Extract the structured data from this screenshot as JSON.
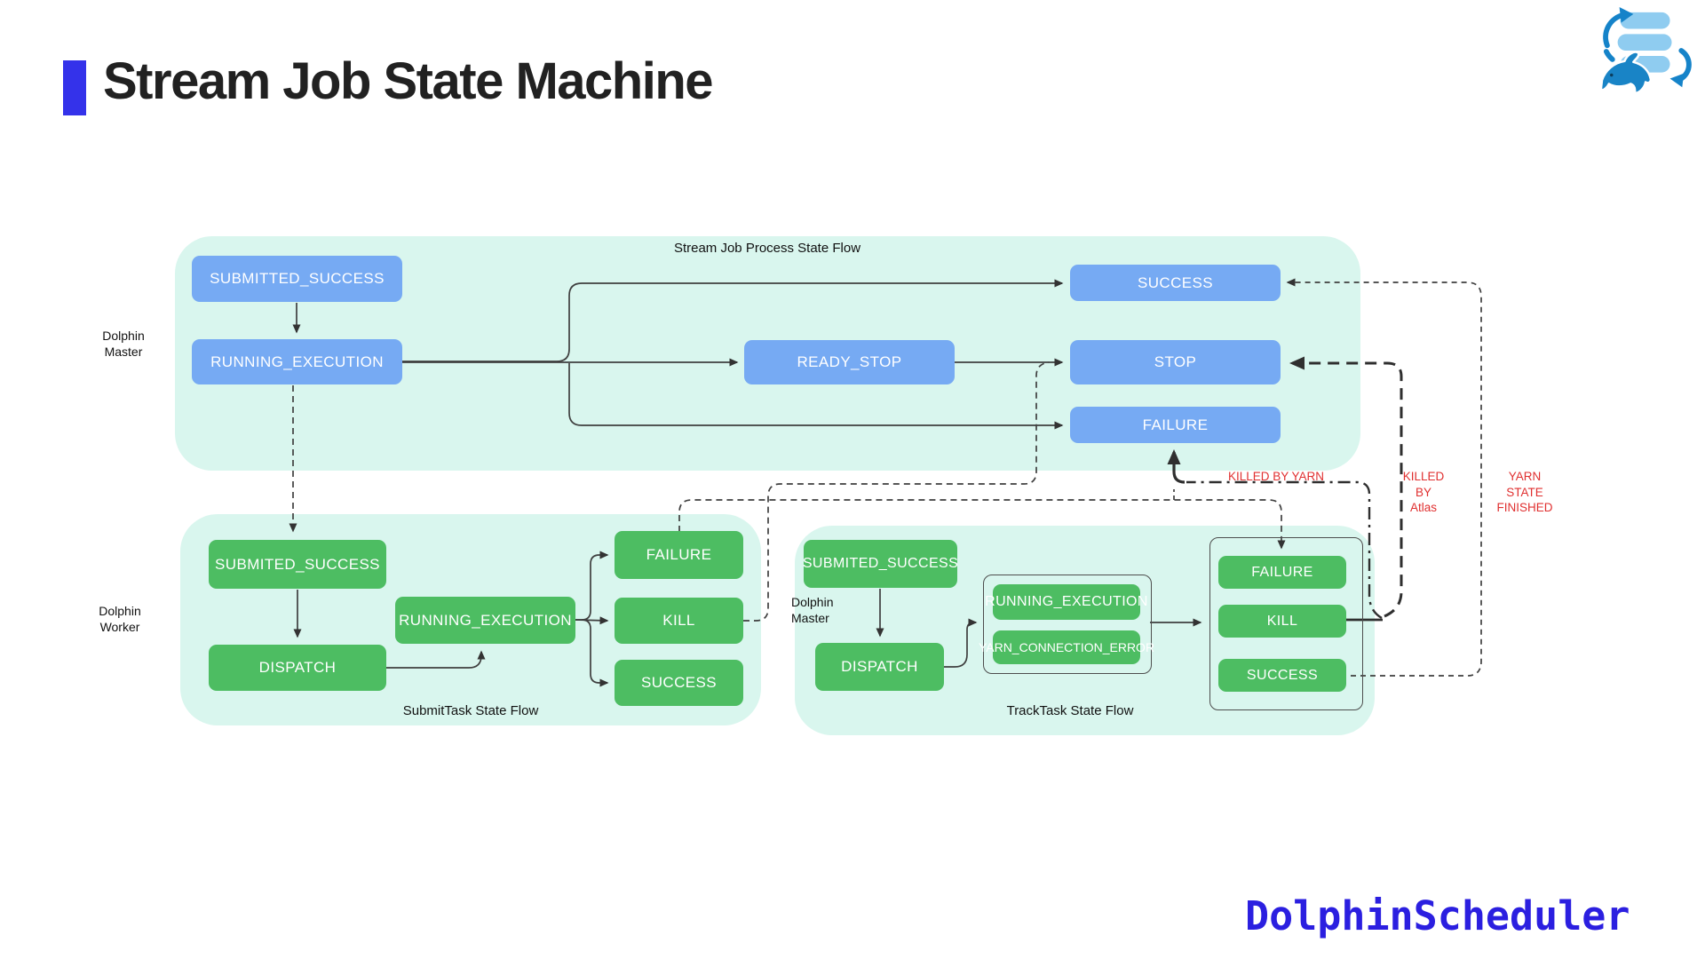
{
  "header": {
    "title": "Stream Job State Machine"
  },
  "brand": {
    "wordmark": "DolphinScheduler",
    "color": "#2b1fe0"
  },
  "colors": {
    "accent": "#3432ea",
    "container_fill": "#d9f6ee",
    "process_node_fill": "#76aaf3",
    "task_node_fill": "#4dbd62",
    "wire": "#3f3f3f",
    "annotation_red": "#e03030",
    "logo_light_blue": "#8fccf0",
    "logo_dark_blue": "#1583c9"
  },
  "process_flow": {
    "title": "Stream Job Process State Flow",
    "actor": {
      "line1": "Dolphin",
      "line2": "Master"
    },
    "nodes": {
      "submitted_success": "SUBMITTED_SUCCESS",
      "running_execution": "RUNNING_EXECUTION",
      "ready_stop": "READY_STOP",
      "success": "SUCCESS",
      "stop": "STOP",
      "failure": "FAILURE"
    }
  },
  "submit_task_flow": {
    "title": "SubmitTask State Flow",
    "actor": {
      "line1": "Dolphin",
      "line2": "Worker"
    },
    "nodes": {
      "submited_success": "SUBMITED_SUCCESS",
      "dispatch": "DISPATCH",
      "running_execution": "RUNNING_EXECUTION",
      "failure": "FAILURE",
      "kill": "KILL",
      "success": "SUCCESS"
    }
  },
  "track_task_flow": {
    "title": "TrackTask State Flow",
    "actor": {
      "line1": "Dolphin",
      "line2": "Master"
    },
    "nodes": {
      "submited_success": "SUBMITED_SUCCESS",
      "dispatch": "DISPATCH",
      "running_execution": "RUNNING_EXECUTION",
      "yarn_connection_error": "YARN_CONNECTION_ERROR",
      "failure": "FAILURE",
      "kill": "KILL",
      "success": "SUCCESS"
    }
  },
  "annotations": {
    "killed_by_yarn": "KILLED BY YARN",
    "killed_by_atlas": {
      "line1": "KILLED",
      "line2": "BY",
      "line3": "Atlas"
    },
    "yarn_state_finished": {
      "line1": "YARN",
      "line2": "STATE",
      "line3": "FINISHED"
    }
  }
}
